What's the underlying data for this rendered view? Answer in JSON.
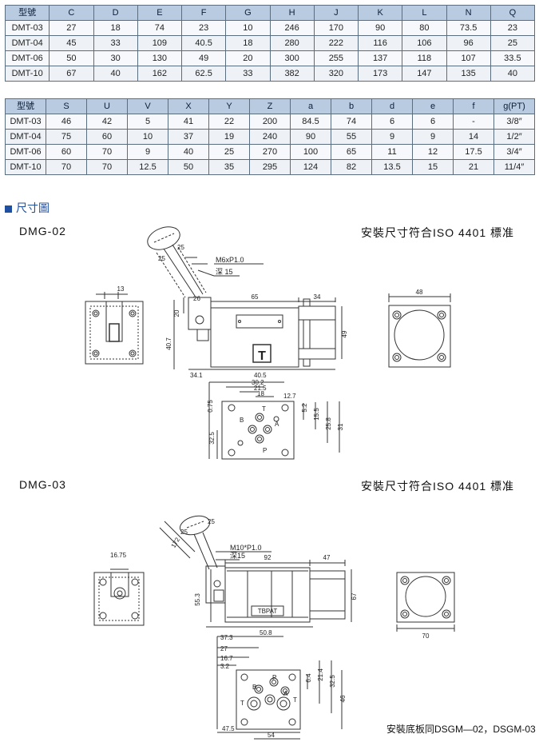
{
  "table1": {
    "headers": [
      "型號",
      "C",
      "D",
      "E",
      "F",
      "G",
      "H",
      "J",
      "K",
      "L",
      "N",
      "Q"
    ],
    "rows": [
      [
        "DMT-03",
        "27",
        "18",
        "74",
        "23",
        "10",
        "246",
        "170",
        "90",
        "80",
        "73.5",
        "23"
      ],
      [
        "DMT-04",
        "45",
        "33",
        "109",
        "40.5",
        "18",
        "280",
        "222",
        "116",
        "106",
        "96",
        "25"
      ],
      [
        "DMT-06",
        "50",
        "30",
        "130",
        "49",
        "20",
        "300",
        "255",
        "137",
        "118",
        "107",
        "33.5"
      ],
      [
        "DMT-10",
        "67",
        "40",
        "162",
        "62.5",
        "33",
        "382",
        "320",
        "173",
        "147",
        "135",
        "40"
      ]
    ]
  },
  "table2": {
    "headers": [
      "型號",
      "S",
      "U",
      "V",
      "X",
      "Y",
      "Z",
      "a",
      "b",
      "d",
      "e",
      "f",
      "g(PT)"
    ],
    "rows": [
      [
        "DMT-03",
        "46",
        "42",
        "5",
        "41",
        "22",
        "200",
        "84.5",
        "74",
        "6",
        "6",
        "-",
        "3/8″"
      ],
      [
        "DMT-04",
        "75",
        "60",
        "10",
        "37",
        "19",
        "240",
        "90",
        "55",
        "9",
        "9",
        "14",
        "1/2″"
      ],
      [
        "DMT-06",
        "60",
        "70",
        "9",
        "40",
        "25",
        "270",
        "100",
        "65",
        "11",
        "12",
        "17.5",
        "3/4″"
      ],
      [
        "DMT-10",
        "70",
        "70",
        "12.5",
        "50",
        "35",
        "295",
        "124",
        "82",
        "13.5",
        "15",
        "21",
        "11/4″"
      ]
    ]
  },
  "section": {
    "title": "尺寸圖"
  },
  "dmg02": {
    "model": "DMG-02",
    "standard": "安裝尺寸符合ISO 4401 標准",
    "dims": {
      "d13": "13",
      "d65": "65",
      "d34": "34",
      "d48": "48",
      "d20": "20",
      "d40_7": "40.7",
      "d49": "49",
      "d34_1": "34.1",
      "d40_5": "40.5",
      "d30_2": "30.2",
      "d21_5": "21.5",
      "d18": "18",
      "d12_7": "12.7",
      "d5_2": "5.2",
      "d15_5": "15.5",
      "d25_8": "25.8",
      "d31": "31",
      "d0_75": "0.75",
      "d32_5": "32.5",
      "d25": "25",
      "d26": "26"
    },
    "thread": "M6xP1.0",
    "depth": "深 15",
    "t_symbol": "T",
    "ports": {
      "a": "A",
      "b": "B",
      "p": "P",
      "t": "T"
    }
  },
  "dmg03": {
    "model": "DMG-03",
    "standard": "安裝尺寸符合ISO 4401 標准",
    "dims": {
      "d16_75": "16.75",
      "d92": "92",
      "d47": "47",
      "d67": "67",
      "d55_3": "55.3",
      "d70": "70",
      "d172": "172",
      "d25": "25",
      "d37_3": "37.3",
      "d50_8": "50.8",
      "d27": "27",
      "d16_7": "16.7",
      "d3_2": "3.2",
      "d6_4": "6.4",
      "d21_4": "21.4",
      "d32_5": "32.5",
      "d46": "46",
      "d47_5": "47.5",
      "d54": "54",
      "d25b": "25"
    },
    "thread": "M10*P1.0",
    "depth": "深15",
    "label": "TBPAT",
    "ports": {
      "a": "A",
      "b": "B",
      "p": "P",
      "t1": "T",
      "t2": "T"
    },
    "note": "安裝底板同DSGM—02，DSGM-03"
  }
}
